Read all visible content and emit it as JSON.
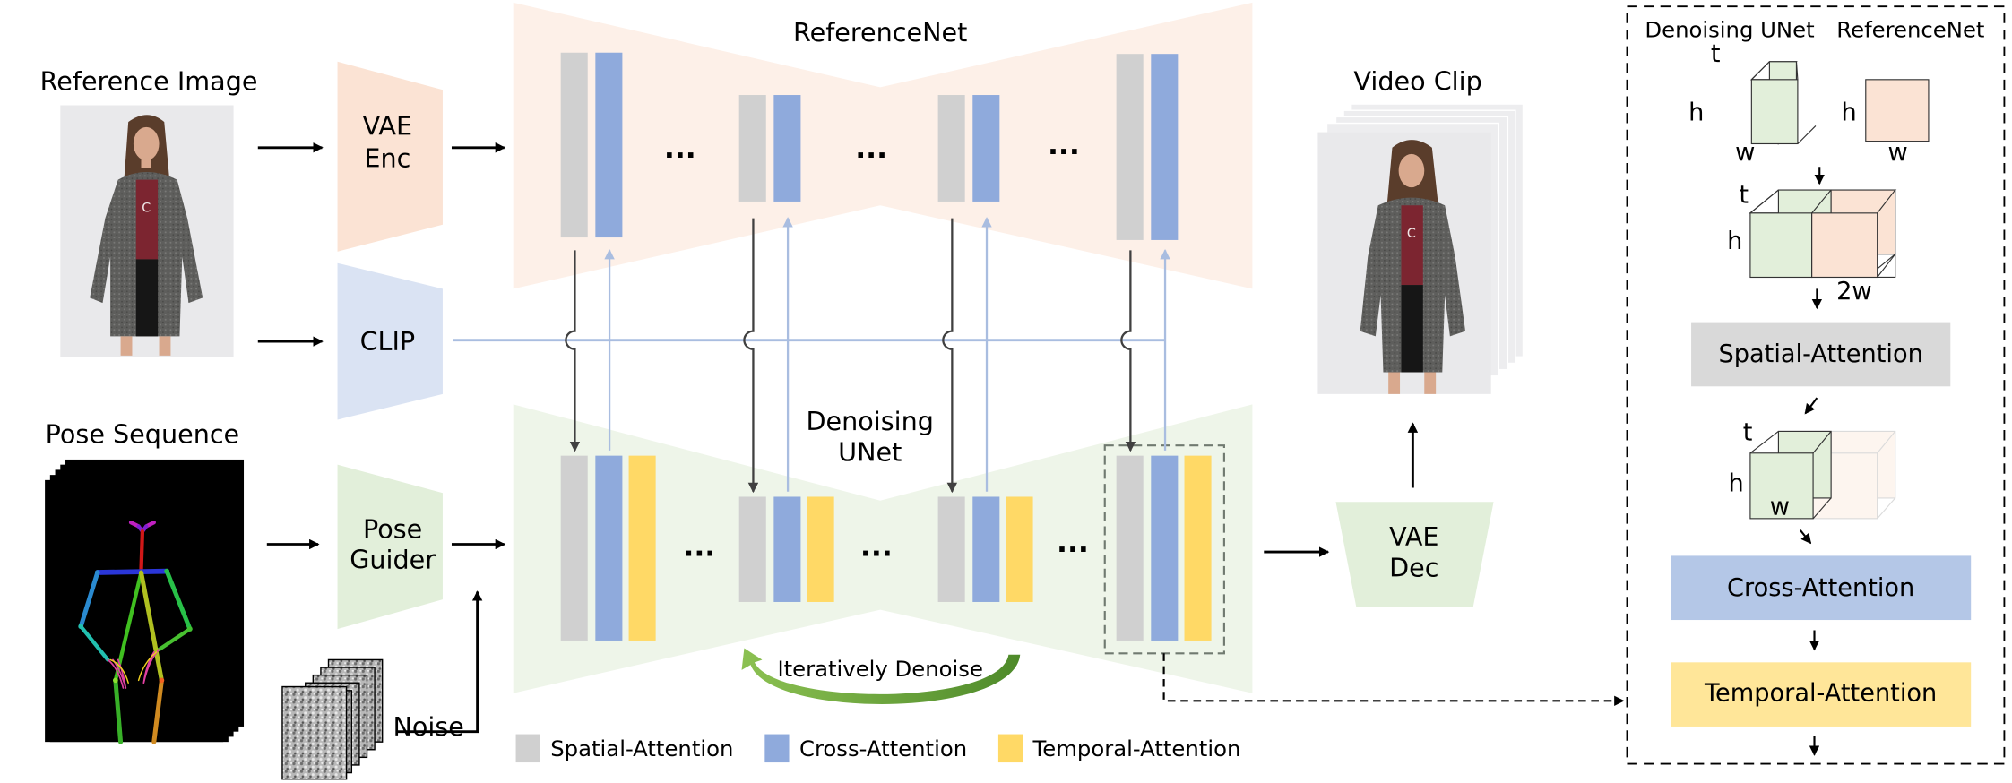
{
  "inputs": {
    "reference_image_label": "Reference Image",
    "pose_sequence_label": "Pose Sequence",
    "noise_label": "Noise"
  },
  "modules": {
    "vae_enc": [
      "VAE",
      "Enc"
    ],
    "clip": "CLIP",
    "pose_guider": [
      "Pose",
      "Guider"
    ],
    "vae_dec": [
      "VAE",
      "Dec"
    ]
  },
  "networks": {
    "reference_net": "ReferenceNet",
    "denoising_unet": [
      "Denoising",
      "UNet"
    ],
    "ellipsis": "...",
    "iterative_label": "Iteratively Denoise"
  },
  "output": {
    "video_clip_label": "Video Clip"
  },
  "legend": [
    {
      "label": "Spatial-Attention",
      "color": "#d0d0d0"
    },
    {
      "label": "Cross-Attention",
      "color": "#8faadc"
    },
    {
      "label": "Temporal-Attention",
      "color": "#ffd966"
    }
  ],
  "detail_panel": {
    "denoising_unet_label": "Denoising UNet",
    "reference_net_label": "ReferenceNet",
    "dims": {
      "t": "t",
      "h": "h",
      "w": "w",
      "two_w": "2w"
    },
    "spatial_attention": "Spatial-Attention",
    "cross_attention": "Cross-Attention",
    "temporal_attention": "Temporal-Attention"
  },
  "colors": {
    "reference_peach": "#fdf0e8",
    "unet_green": "#eef5e9",
    "vae_enc": "#fbe3d4",
    "clip": "#dae3f3",
    "pose_guider": "#e2efda",
    "vae_dec": "#e2efda",
    "spatial_gray": "#d0d0d0",
    "cross_blue": "#8faadc",
    "temporal_yellow": "#ffd966",
    "cross_box": "#b4c7e7",
    "temporal_box": "#ffe699",
    "spatial_box": "#d9d9d9",
    "arrow_green": "#5b9a3a"
  }
}
